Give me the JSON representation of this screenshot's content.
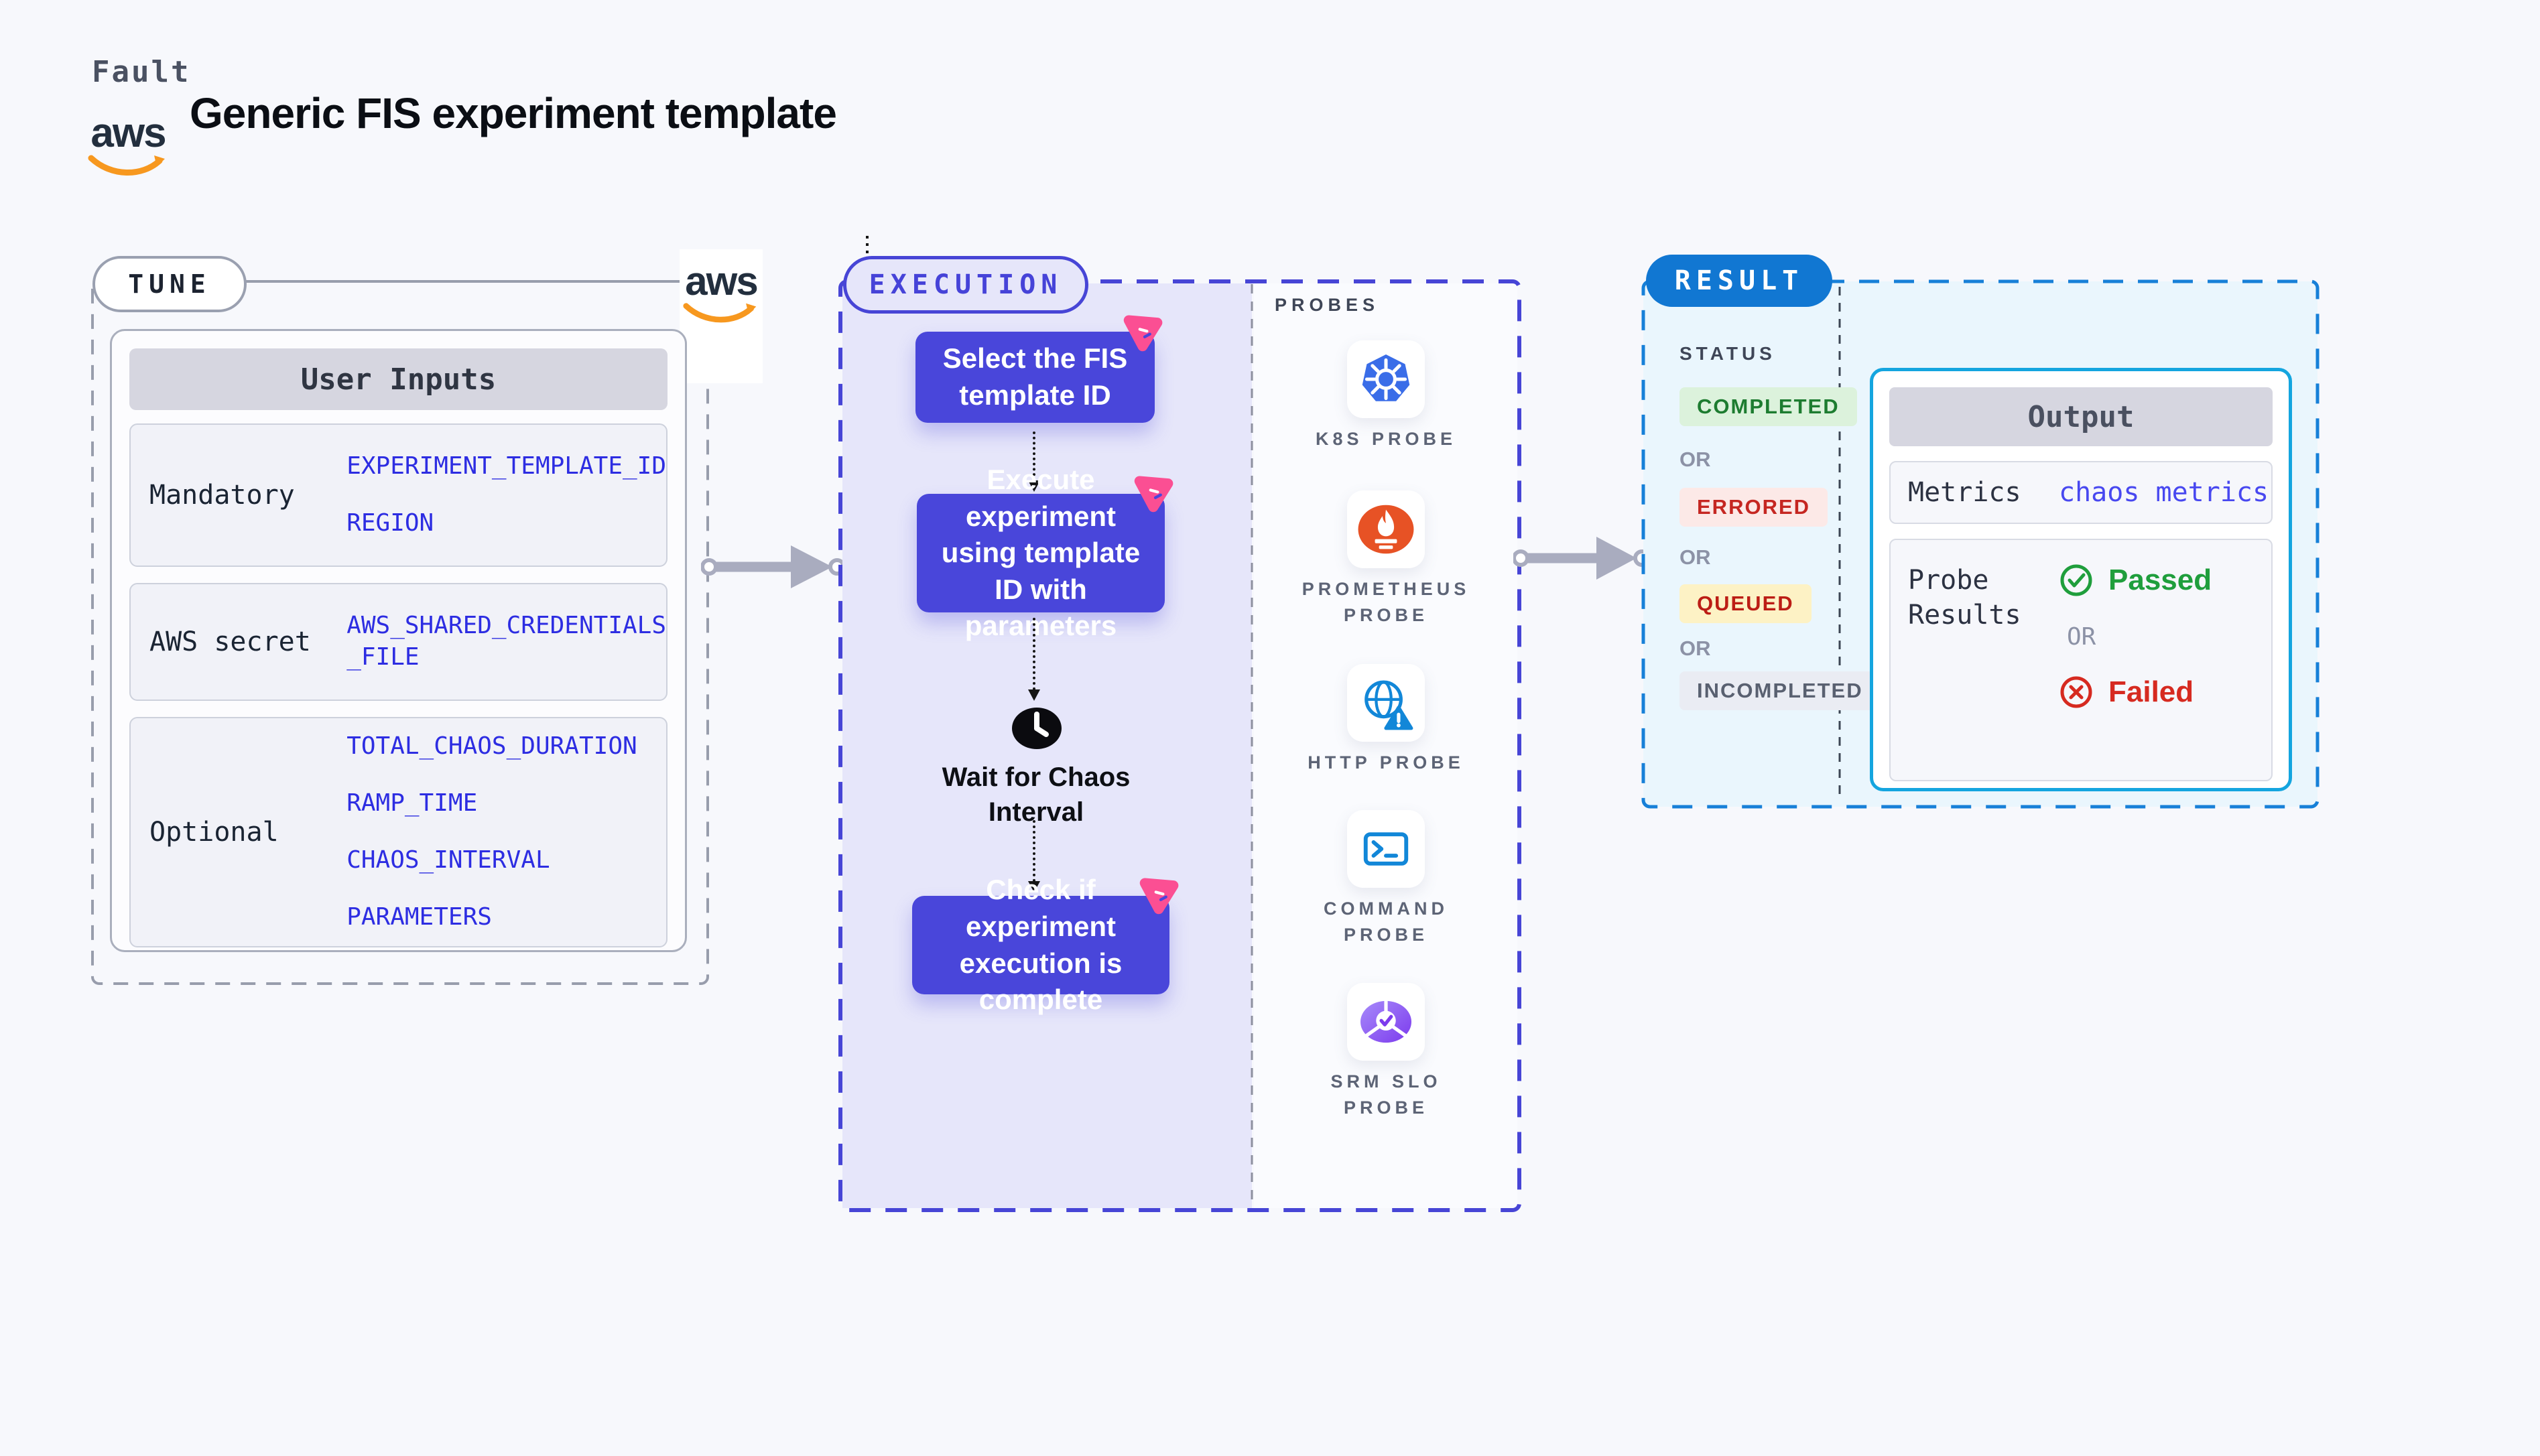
{
  "header": {
    "app_label": "Fault",
    "title": "Generic FIS experiment template",
    "aws_wordmark": "aws"
  },
  "tune": {
    "pill_label": "TUNE",
    "table": {
      "title": "User Inputs",
      "rows": [
        {
          "label": "Mandatory",
          "values": [
            "EXPERIMENT_TEMPLATE_ID",
            "REGION"
          ]
        },
        {
          "label": "AWS secret",
          "values": [
            "AWS_SHARED_CREDENTIALS_FILE"
          ]
        },
        {
          "label": "Optional",
          "values": [
            "TOTAL_CHAOS_DURATION",
            "RAMP_TIME",
            "CHAOS_INTERVAL",
            "PARAMETERS"
          ]
        }
      ]
    }
  },
  "execution": {
    "pill_label": "EXECUTION",
    "steps": [
      "Select the FIS template ID",
      "Execute experiment using template ID with parameters",
      "Check if experiment execution is complete"
    ],
    "wait_label": "Wait for Chaos Interval"
  },
  "probes": {
    "title": "PROBES",
    "items": [
      {
        "label": "K8S PROBE",
        "icon": "kubernetes-icon"
      },
      {
        "label": "PROMETHEUS PROBE",
        "icon": "prometheus-icon"
      },
      {
        "label": "HTTP PROBE",
        "icon": "http-globe-icon"
      },
      {
        "label": "COMMAND PROBE",
        "icon": "terminal-icon"
      },
      {
        "label": "SRM SLO PROBE",
        "icon": "slo-pie-icon"
      }
    ]
  },
  "result": {
    "pill_label": "RESULT",
    "status_title": "STATUS",
    "or_label": "OR",
    "statuses": [
      {
        "label": "COMPLETED",
        "color": "#1d7c30",
        "bg": "#dcf2dc"
      },
      {
        "label": "ERRORED",
        "color": "#c52621",
        "bg": "#fce9e7"
      },
      {
        "label": "QUEUED",
        "color": "#bc1d15",
        "bg": "#fdf2c5"
      },
      {
        "label": "INCOMPLETED",
        "color": "#596070",
        "bg": "#eaecf3"
      }
    ],
    "output": {
      "title": "Output",
      "metrics_label": "Metrics",
      "metrics_value": "chaos metrics",
      "probe_results_label": "Probe Results",
      "passed_label": "Passed",
      "failed_label": "Failed"
    }
  },
  "colors": {
    "page_bg": "#f7f8fc",
    "step_indigo": "#4946da",
    "execution_fill": "#e6e6fa",
    "execution_border": "#4745d6",
    "result_blue": "#1177d2",
    "result_fill": "#eaf6fd",
    "result_border": "#1780d8",
    "output_cyan": "#14a5df",
    "badge_pink": "#fb4f93",
    "aws_orange": "#f7981f",
    "k8s_blue": "#3a6de8",
    "prometheus_orange": "#e75225",
    "probe_blue": "#1287d8",
    "slo_purple": "#7c3aed",
    "passed_green": "#1f9e3c",
    "failed_red": "#d62a20",
    "value_blue": "#2d2de2",
    "arrow_grey": "#a9acbf"
  }
}
